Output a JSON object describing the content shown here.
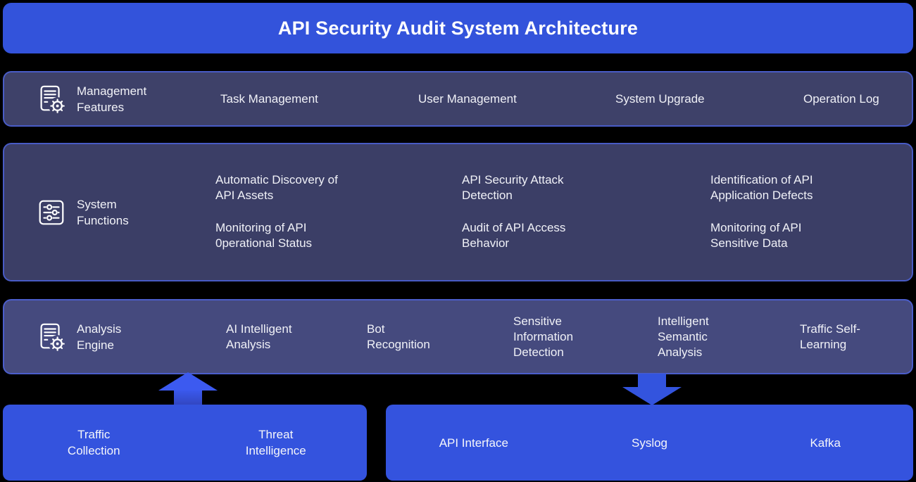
{
  "title": "API Security Audit System Architecture",
  "management": {
    "label": "Management\nFeatures",
    "items": [
      "Task Management",
      "User Management",
      "System Upgrade",
      "Operation Log"
    ]
  },
  "functions": {
    "label": "System\nFunctions",
    "columns": [
      [
        "Automatic Discovery of\nAPI Assets",
        "Monitoring of API\n0perational Status"
      ],
      [
        "API Security Attack\nDetection",
        "Audit of API Access\nBehavior"
      ],
      [
        "Identification of API\nApplication Defects",
        "Monitoring of API\nSensitive Data"
      ]
    ]
  },
  "engine": {
    "label": "Analysis\nEngine",
    "items": [
      "AI Intelligent\nAnalysis",
      "Bot\nRecognition",
      "Sensitive\nInformation\nDetection",
      "Intelligent\nSemantic\nAnalysis",
      "Traffic Self-\nLearning"
    ]
  },
  "sources": {
    "items": [
      "Traffic\nCollection",
      "Threat\nIntelligence"
    ]
  },
  "outputs": {
    "items": [
      "API Interface",
      "Syslog",
      "Kafka"
    ]
  },
  "colors": {
    "background": "#000000",
    "banner": "#3353db",
    "row_management": "#3e4169",
    "row_functions": "#3b3e66",
    "row_engine": "#454a7e",
    "row_border": "#4d66e5",
    "bottom_box": "#3453de",
    "arrow": "#3a58ec",
    "text": "#f2f3f8"
  }
}
